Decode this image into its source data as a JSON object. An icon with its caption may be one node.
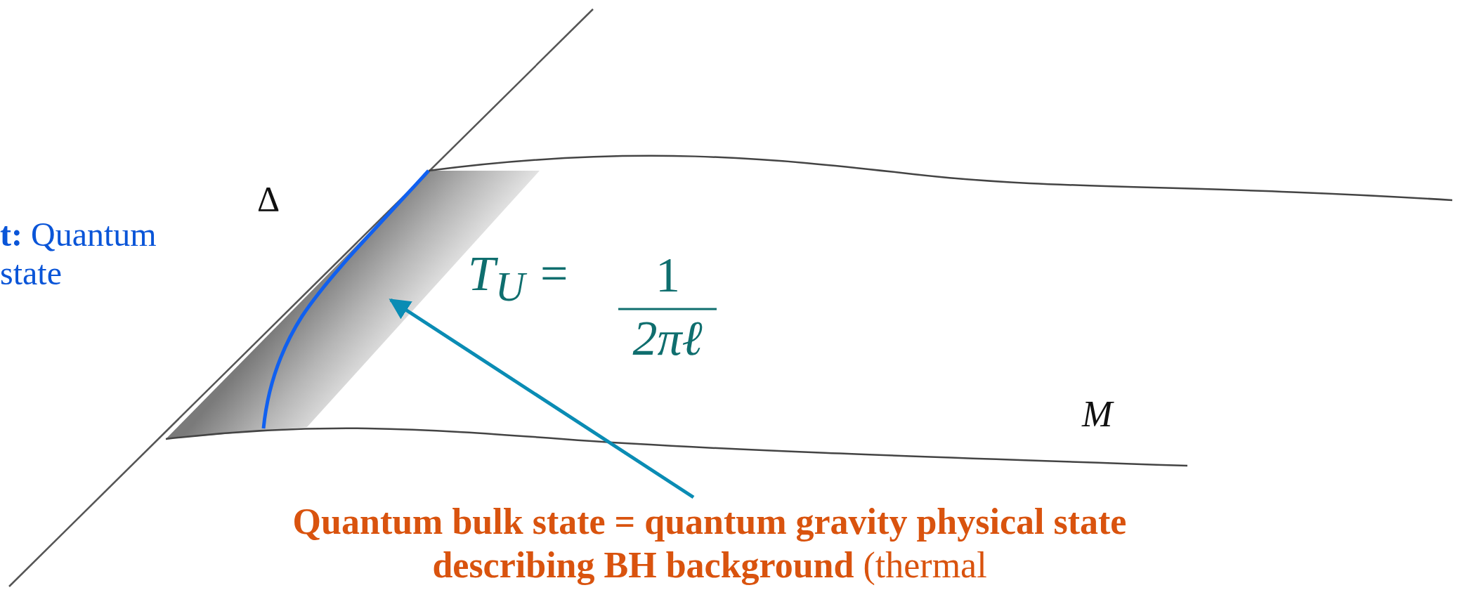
{
  "diagram": {
    "nodes": [
      {
        "text": [],
        "shape": "picture"
      },
      {
        "text": [
          "**Quantum bulk state = quantum gravity physical state describing BH background** (thermal"
        ]
      }
    ],
    "edges": [
      {
        "from": 1,
        "to": 0,
        "arrow": "to"
      }
    ],
    "labels": [
      "Δ",
      "**t:** Quantum state",
      "T$_{U}$ =",
      "1",
      "2πℓ",
      "M"
    ]
  }
}
